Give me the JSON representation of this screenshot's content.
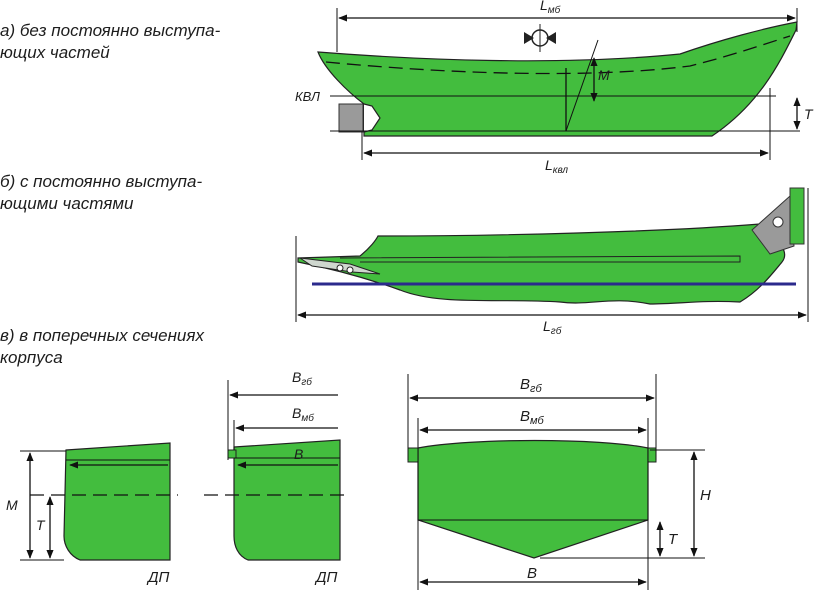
{
  "captions": {
    "a_line1": "а) без постоянно выступа-",
    "a_line2": "ющих частей",
    "b_line1": "б) с постоянно выступа-",
    "b_line2": "ющими частями",
    "c_line1": "в) в поперечных сечениях",
    "c_line2": "корпуса"
  },
  "labels": {
    "L_mb": "L",
    "L_mb_sub": "мб",
    "KVL": "КВЛ",
    "M": "M",
    "T": "T",
    "L_kvl": "L",
    "L_kvl_sub": "квл",
    "L_gb": "L",
    "L_gb_sub": "гб",
    "M_section": "М",
    "T_section1": "T",
    "DP1": "ДП",
    "B_gb_mid": "B",
    "B_gb_mid_sub": "гб",
    "B_mb_mid": "B",
    "B_mb_mid_sub": "мб",
    "B_mid": "B",
    "DP2": "ДП",
    "B_gb_right": "B",
    "B_gb_right_sub": "гб",
    "B_mb_right": "B",
    "B_mb_right_sub": "мб",
    "H": "Н",
    "T_right": "Т",
    "B_right": "B"
  },
  "colors": {
    "hull": "#43bd3e",
    "waterline_blue": "#2b2a8c",
    "engine_grey": "#9a9a9a"
  }
}
